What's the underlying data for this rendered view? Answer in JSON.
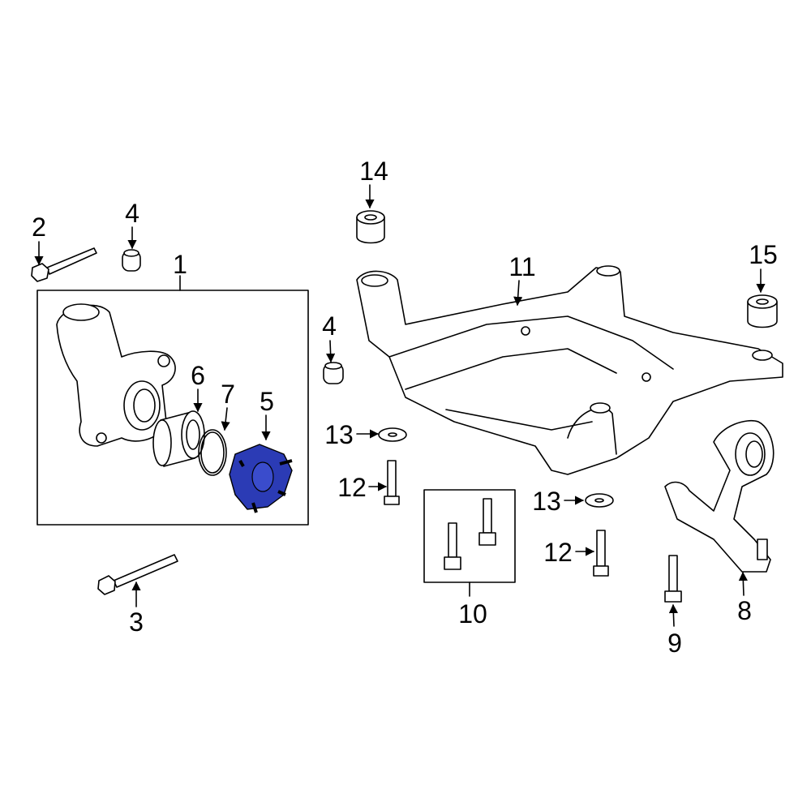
{
  "diagram": {
    "highlight_color": "#2b3bb5",
    "highlighted_part": "5",
    "callouts": {
      "c1": "1",
      "c2": "2",
      "c3": "3",
      "c4a": "4",
      "c4b": "4",
      "c5": "5",
      "c6": "6",
      "c7": "7",
      "c8": "8",
      "c9": "9",
      "c10": "10",
      "c11": "11",
      "c12a": "12",
      "c12b": "12",
      "c13a": "13",
      "c13b": "13",
      "c14": "14",
      "c15": "15"
    }
  }
}
